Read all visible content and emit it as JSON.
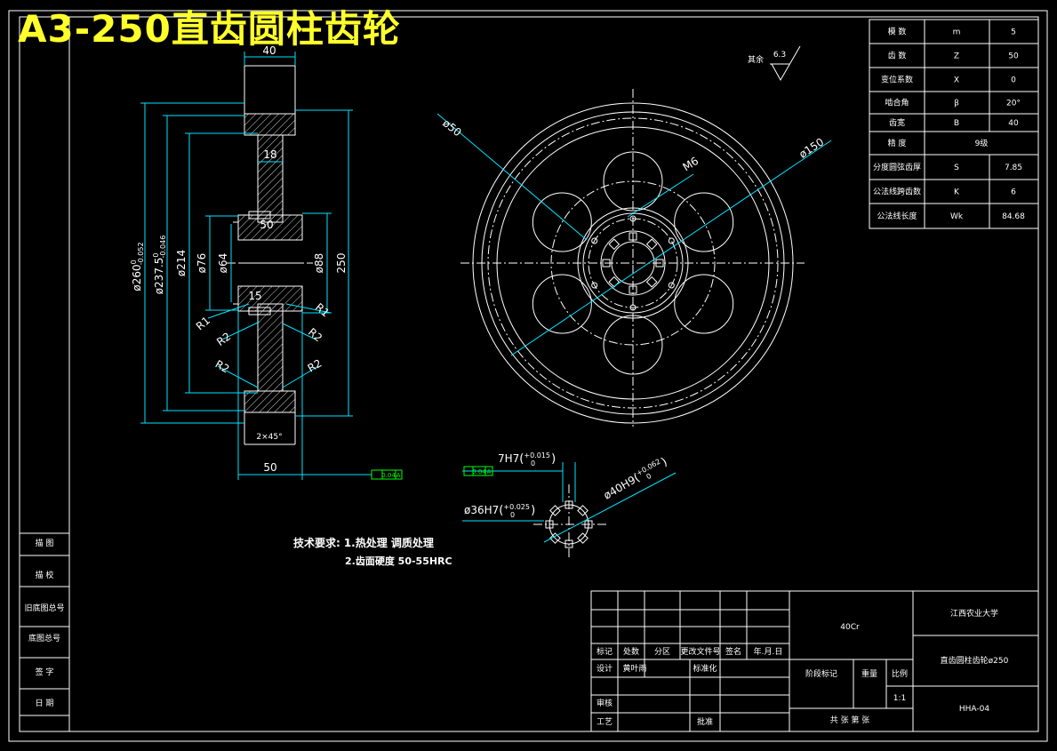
{
  "title": "A3-250直齿圆柱齿轮",
  "params_table": {
    "rows": [
      {
        "name": "模 数",
        "symbol": "m",
        "value": "5"
      },
      {
        "name": "齿 数",
        "symbol": "Z",
        "value": "50"
      },
      {
        "name": "变位系数",
        "symbol": "X",
        "value": "0"
      },
      {
        "name": "啮合角",
        "symbol": "β",
        "value": "20°"
      },
      {
        "name": "齿宽",
        "symbol": "B",
        "value": "40"
      },
      {
        "name": "精 度",
        "symbol": "",
        "value": "9级"
      },
      {
        "name": "分度圆弦齿厚",
        "symbol": "S",
        "value": "7.85"
      },
      {
        "name": "公法线跨齿数",
        "symbol": "K",
        "value": "6"
      },
      {
        "name": "公法线长度",
        "symbol": "Wk",
        "value": "84.68"
      }
    ]
  },
  "roughness": {
    "label": "其余",
    "value": "6.3"
  },
  "section_view": {
    "dims": {
      "width_top": "40",
      "hub_18": "18",
      "dim_50_inner": "50",
      "dim_15": "15",
      "d260": "ø260",
      "d260_tol_up": "0",
      "d260_tol_low": "-0.052",
      "d237": "ø237.5",
      "d237_tol_up": "0",
      "d237_tol_low": "-0.046",
      "d214": "ø214",
      "d76": "ø76",
      "d64": "ø64",
      "d88": "ø88",
      "d250": "250",
      "r1_left": "R1",
      "r1_right": "R1",
      "r2_left_a": "R2",
      "r2_right_a": "R2",
      "r2_left_b": "R2",
      "r2_right_b": "R2",
      "chamfer": "2×45°",
      "width_bottom": "50"
    },
    "tolerance_frame": {
      "value": "0.04",
      "datum": "A"
    }
  },
  "front_view": {
    "labels": {
      "d50": "ø50",
      "m6": "M6",
      "d150": "ø150"
    }
  },
  "detail_view": {
    "labels": {
      "keyway": "7H7",
      "keyway_tol_up": "+0.015",
      "keyway_tol_low": "0",
      "d36": "ø36H7",
      "d36_tol_up": "+0.025",
      "d36_tol_low": "0",
      "d40": "ø40H9",
      "d40_tol_up": "+0.062",
      "d40_tol_low": "0"
    },
    "tolerance_frame": {
      "value": "0.04",
      "datum": "A"
    }
  },
  "tech_requirements": {
    "heading": "技术要求:",
    "line1": "1.热处理 调质处理",
    "line2": "2.齿面硬度 50-55HRC"
  },
  "left_strip": {
    "items": [
      "描 图",
      "描 校",
      "旧底图总号",
      "底图总号",
      "签 字",
      "日 期"
    ]
  },
  "title_block": {
    "material": "40Cr",
    "school": "江西农业大学",
    "part_name": "直齿圆柱齿轮ø250",
    "drawing_no": "HHA-04",
    "scale_label": "比例",
    "scale": "1:1",
    "stage_label": "阶段标记",
    "weight_label": "重量",
    "sheets": "共 张 第 张",
    "rev_headers": [
      "标记",
      "处数",
      "分区",
      "更改文件号",
      "签名",
      "年.月.日"
    ],
    "designer_label": "设计",
    "designer": "黄叶雨",
    "standard_label": "标准化",
    "check_label": "审核",
    "process_label": "工艺",
    "approve_label": "批准"
  },
  "colors": {
    "background": "#000000",
    "line": "#ffffff",
    "dimension": "#00e5ff",
    "title": "#ffff2a",
    "frame_mark": "#00ff00"
  }
}
